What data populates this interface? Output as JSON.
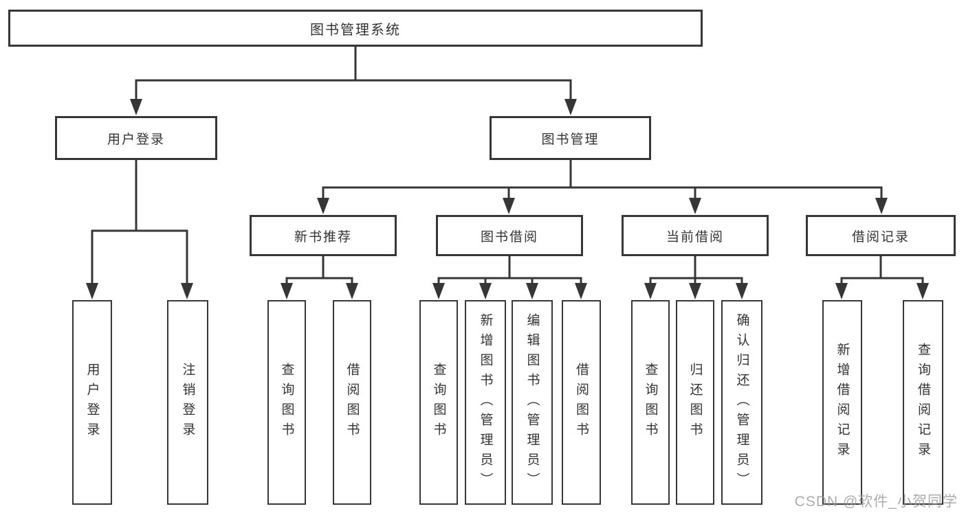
{
  "diagram": {
    "watermark": "CSDN @软件_小贺同学",
    "colors": {
      "line": "#363636",
      "box_border": "#363636",
      "text": "#333333",
      "background": "#ffffff",
      "watermark": "#989898"
    },
    "tree": {
      "label": "图书管理系统",
      "children": [
        {
          "label": "用户登录",
          "children": [
            {
              "label": "用户登录"
            },
            {
              "label": "注销登录"
            }
          ]
        },
        {
          "label": "图书管理",
          "children": [
            {
              "label": "新书推荐",
              "children": [
                {
                  "label": "查询图书"
                },
                {
                  "label": "借阅图书"
                }
              ]
            },
            {
              "label": "图书借阅",
              "children": [
                {
                  "label": "查询图书"
                },
                {
                  "label": "新增图书（管理员）"
                },
                {
                  "label": "编辑图书（管理员）"
                },
                {
                  "label": "借阅图书"
                }
              ]
            },
            {
              "label": "当前借阅",
              "children": [
                {
                  "label": "查询图书"
                },
                {
                  "label": "归还图书"
                },
                {
                  "label": "确认归还（管理员）"
                }
              ]
            },
            {
              "label": "借阅记录",
              "children": [
                {
                  "label": "新增借阅记录"
                },
                {
                  "label": "查询借阅记录"
                }
              ]
            }
          ]
        }
      ]
    }
  }
}
